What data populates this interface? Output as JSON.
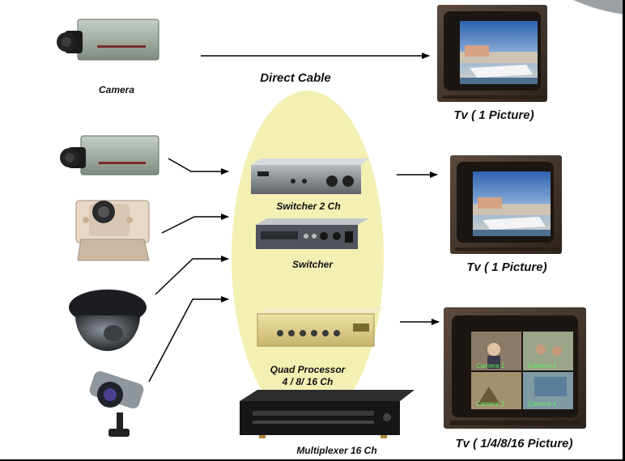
{
  "labels": {
    "camera": "Camera",
    "direct_cable": "Direct Cable",
    "tv1": "Tv ( 1 Picture)",
    "tv2": "Tv ( 1 Picture)",
    "switcher_2ch": "Switcher 2 Ch",
    "switcher": "Switcher",
    "quad_line1": "Quad Processor",
    "quad_line2": "4 / 8/ 16 Ch",
    "multiplexer": "Multiplexer 16 Ch",
    "tv3": "Tv ( 1/4/8/16 Picture)"
  },
  "quad_overlay": [
    "Camera 1",
    "Camera 2",
    "Camera 3",
    "Camera 4"
  ],
  "colors": {
    "hub_ellipse": "#f3f0b4",
    "arrow": "#000000",
    "tv_body": "#4a3b31",
    "screen_sky": "#3a6fb5"
  }
}
